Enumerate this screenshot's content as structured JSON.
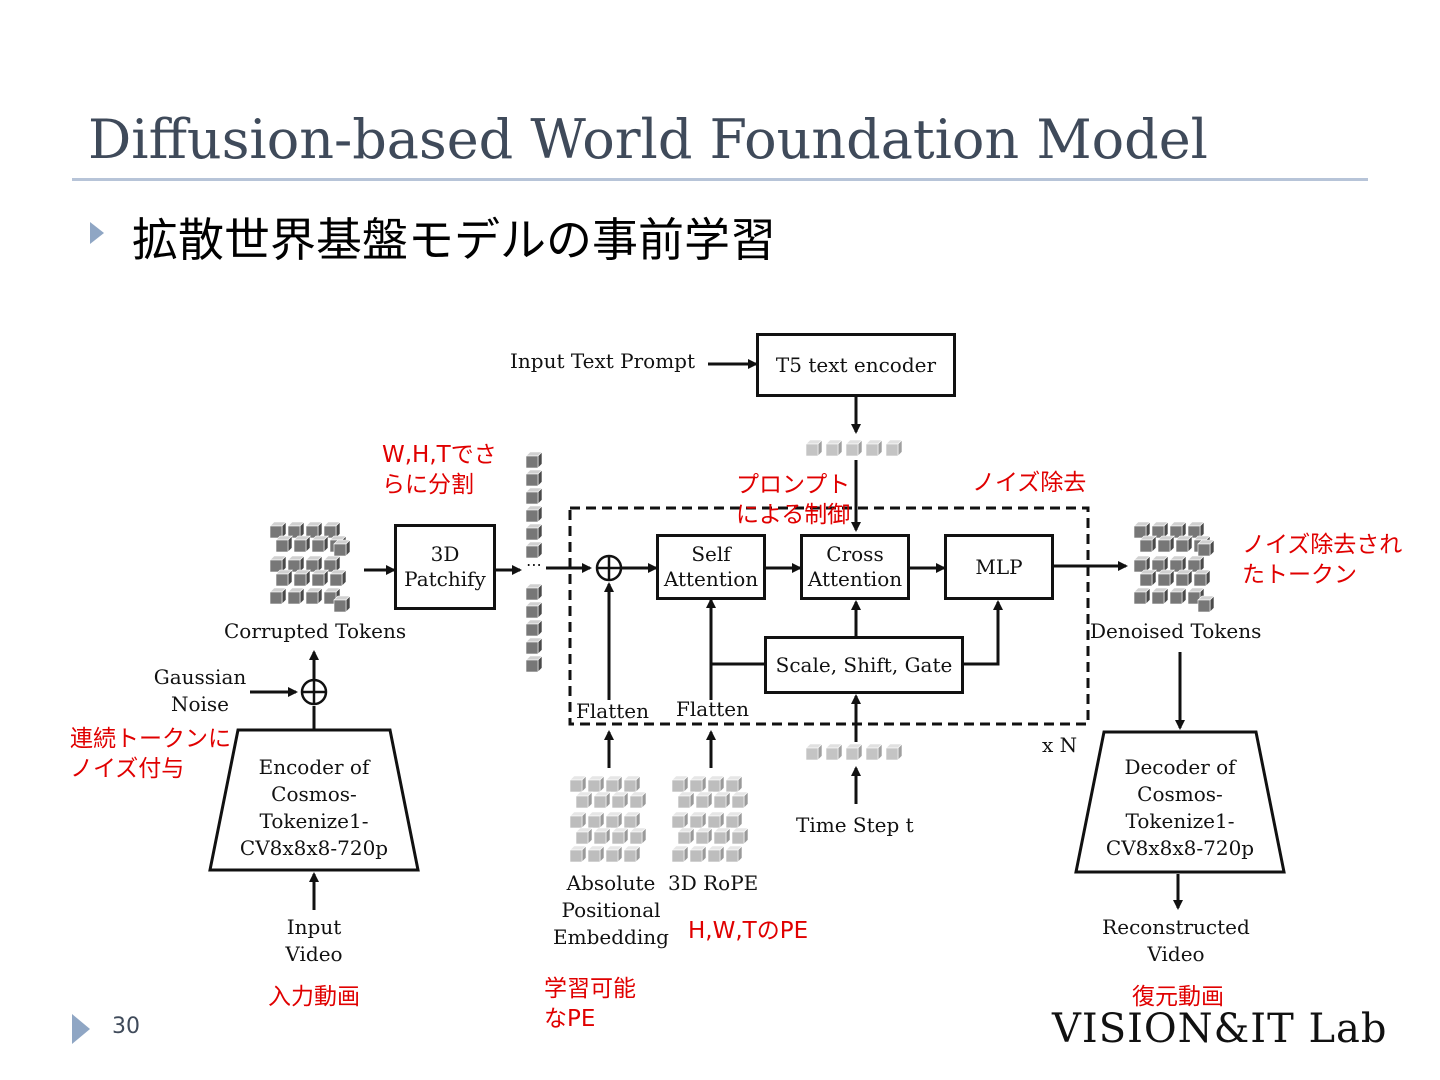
{
  "slide": {
    "title": "Diffusion-based World Foundation Model",
    "bullet": "拡散世界基盤モデルの事前学習",
    "page_number": "30",
    "logo": "VISION&IT Lab"
  },
  "diagram": {
    "input_text_prompt": "Input Text Prompt",
    "t5_encoder": "T5 text encoder",
    "patchify_line1": "3D",
    "patchify_line2": "Patchify",
    "self_attn_line1": "Self",
    "self_attn_line2": "Attention",
    "cross_attn_line1": "Cross",
    "cross_attn_line2": "Attention",
    "mlp": "MLP",
    "scale_shift_gate": "Scale, Shift, Gate",
    "repeat": "x N",
    "flatten_1": "Flatten",
    "flatten_2": "Flatten",
    "corrupted_tokens": "Corrupted Tokens",
    "denoised_tokens": "Denoised Tokens",
    "gaussian_line1": "Gaussian",
    "gaussian_line2": "Noise",
    "encoder_lines": [
      "Encoder of",
      "Cosmos-",
      "Tokenize1-",
      "CV8x8x8-720p"
    ],
    "decoder_lines": [
      "Decoder of",
      "Cosmos-",
      "Tokenize1-",
      "CV8x8x8-720p"
    ],
    "input_video_line1": "Input",
    "input_video_line2": "Video",
    "recon_video_line1": "Reconstructed",
    "recon_video_line2": "Video",
    "abs_pe_lines": [
      "Absolute",
      "Positional",
      "Embedding"
    ],
    "rope": "3D RoPE",
    "time_step": "Time Step t"
  },
  "annotations": {
    "split_line1": "W,H,Tでさ",
    "split_line2": "らに分割",
    "prompt_line1": "プロンプト",
    "prompt_line2": "による制御",
    "denoise": "ノイズ除去",
    "denoised_line1": "ノイズ除去され",
    "denoised_line2": "たトークン",
    "noise_add_line1": "連続トークンに",
    "noise_add_line2": "ノイズ付与",
    "hwt_pe": "H,W,TのPE",
    "input_video_jp": "入力動画",
    "learnable_line1": "学習可能",
    "learnable_line2": "なPE",
    "recon_jp": "復元動画"
  },
  "colors": {
    "title": "#3f4a5a",
    "accent": "#8fa6c4",
    "annotation": "#e00000",
    "cube_dark": "#6a6a6a",
    "cube_light": "#b5b5b5"
  }
}
